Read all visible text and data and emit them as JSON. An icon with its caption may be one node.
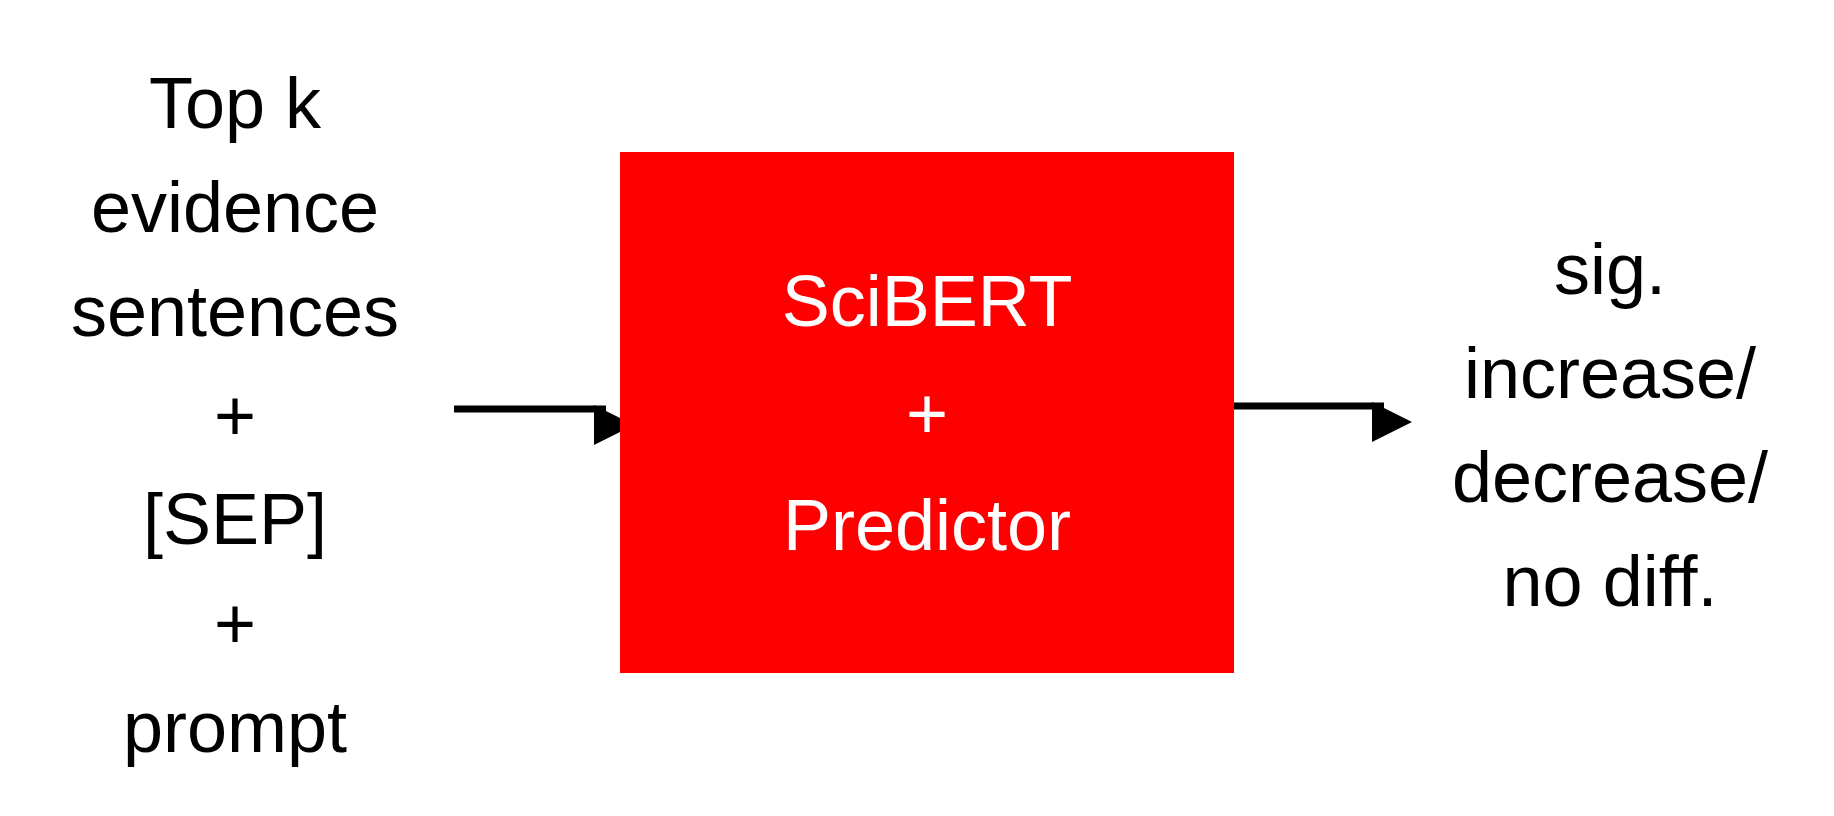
{
  "diagram": {
    "nodes": [
      {
        "text": [
          "Top k evidence sentences",
          "+",
          "[SEP]",
          "+",
          "prompt"
        ]
      },
      {
        "text": [
          "SciBERT",
          "+",
          "Predictor"
        ]
      },
      {
        "text": [
          "sig. increase/ decrease/ no diff."
        ]
      }
    ],
    "edges": [
      {
        "from": 0,
        "to": 1,
        "arrow": "to"
      },
      {
        "from": 1,
        "to": 2,
        "arrow": "to"
      }
    ]
  }
}
